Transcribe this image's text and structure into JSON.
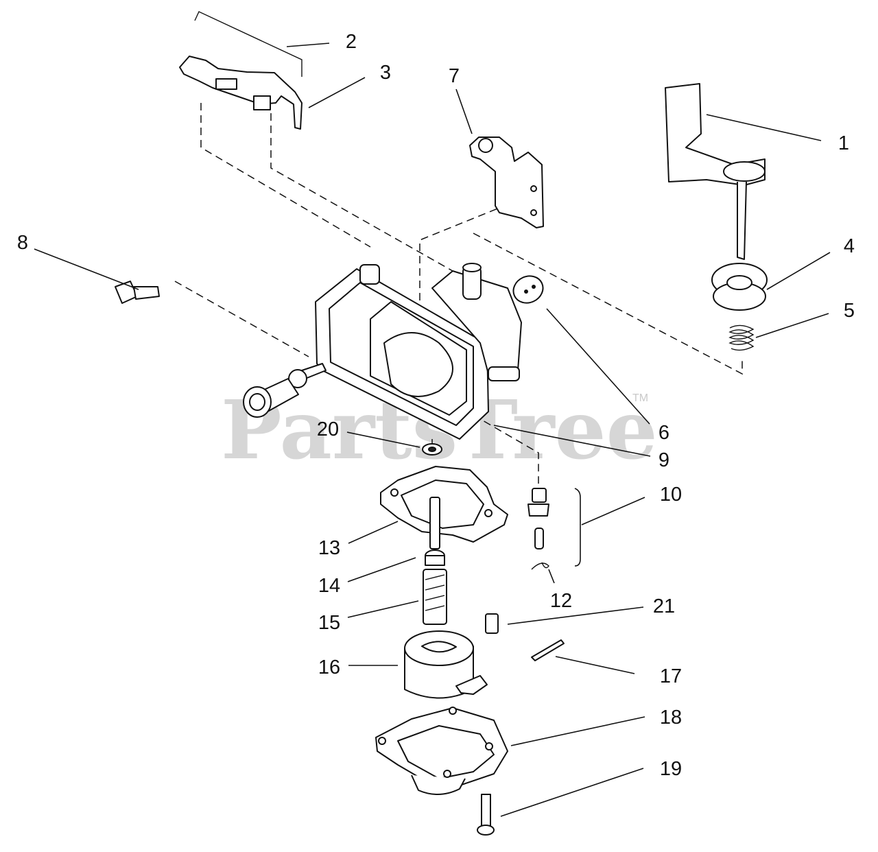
{
  "watermark": {
    "text": "PartsTree",
    "trademark": "TM"
  },
  "callouts": {
    "c1": "1",
    "c2": "2",
    "c3": "3",
    "c4": "4",
    "c5": "5",
    "c6": "6",
    "c7": "7",
    "c8": "8",
    "c9": "9",
    "c10": "10",
    "c12": "12",
    "c13": "13",
    "c14": "14",
    "c15": "15",
    "c16": "16",
    "c17": "17",
    "c18": "18",
    "c19": "19",
    "c20": "20",
    "c21": "21"
  }
}
